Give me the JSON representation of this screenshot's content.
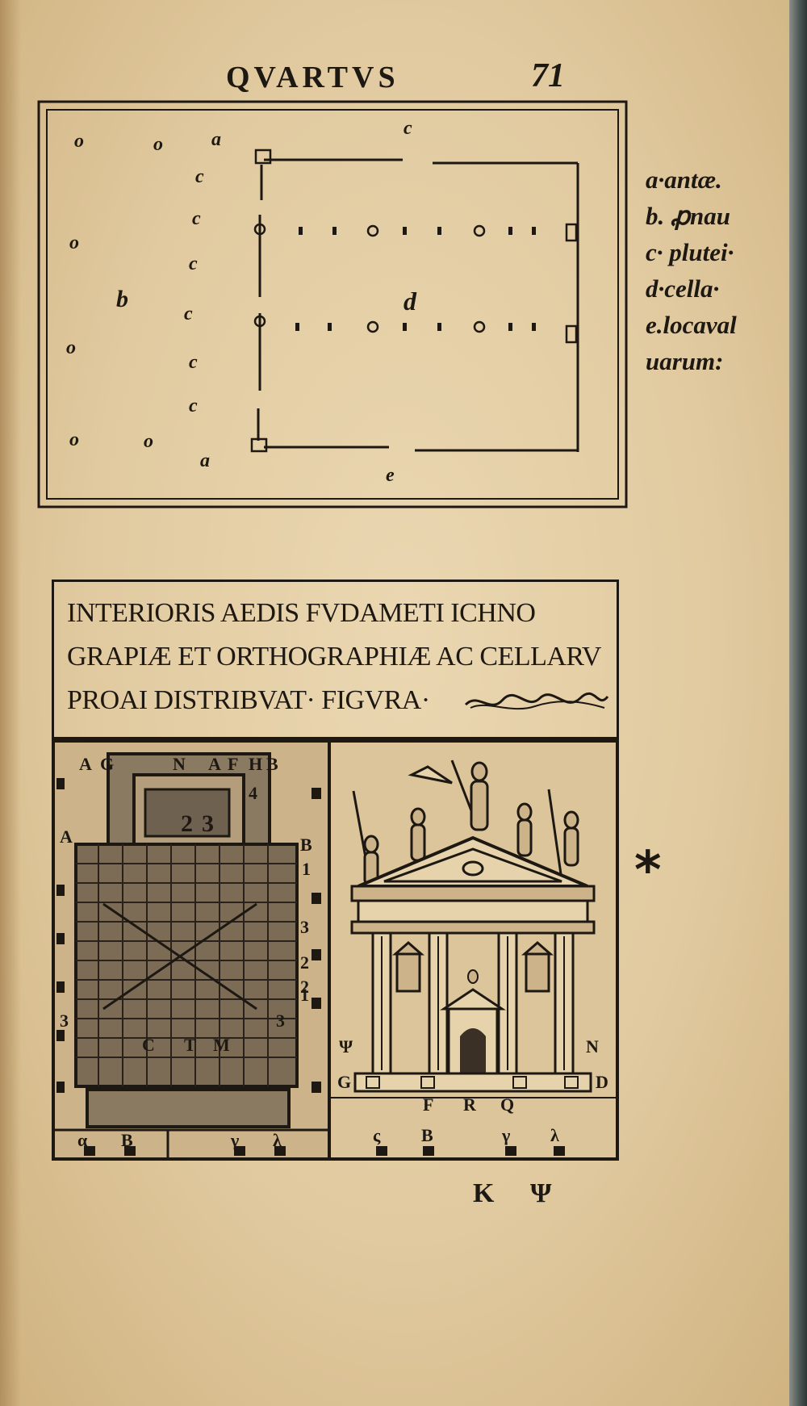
{
  "header": {
    "running_head": "QVARTVS",
    "page_number": "71"
  },
  "plan_figure": {
    "labels": [
      "o",
      "o",
      "a",
      "c",
      "c",
      "o",
      "c",
      "c",
      "b",
      "c",
      "d",
      "o",
      "c",
      "c",
      "o",
      "o",
      "a",
      "e"
    ]
  },
  "legend": {
    "lines": [
      "a·antæ.",
      "b. ꝓnau",
      "c· plutei·",
      "d·cella·",
      "e.locavalvarum:"
    ],
    "display_lines": [
      "a·antæ.",
      "b. ꝓnau",
      "c· plutei·",
      "d·cella·",
      "e.locaval",
      "uarum:"
    ]
  },
  "caption": {
    "line1": "INTERIORIS AEDIS FVDAMETI ICHNO",
    "line2": "GRAPIÆ ET ORTHOGRAPHIÆ AC CELLARV",
    "line3": "PROAI DISTRIBVAT· FIGVRA·"
  },
  "woodcut_labels": {
    "ichnography": [
      "A",
      "G",
      "N",
      "A",
      "F",
      "H",
      "B",
      "A",
      "B",
      "1",
      "2",
      "3",
      "4",
      "3",
      "2",
      "3",
      "1",
      "2",
      "3",
      "C",
      "T",
      "M"
    ],
    "ichnography_bottom": [
      "α",
      "B",
      "γ",
      "λ"
    ],
    "orthography": [
      "Ψ",
      "N",
      "G",
      "D",
      "F",
      "R",
      "Q"
    ],
    "orthography_bottom": [
      "ς",
      "B",
      "γ",
      "λ"
    ]
  },
  "bottom_letters": [
    "K",
    "Ψ"
  ],
  "marginal_mark": "*",
  "colors": {
    "paper": "#e4cfa6",
    "ink": "#1d1812",
    "edge": "#4e5a58"
  }
}
